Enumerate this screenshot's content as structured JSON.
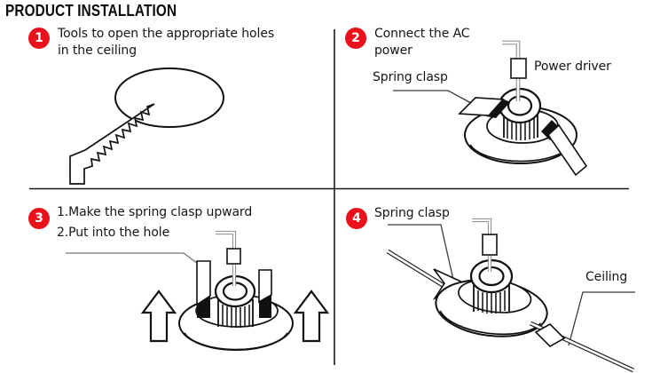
{
  "title": "PRODUCT INSTALLATION",
  "steps": [
    {
      "number": "1",
      "lines": [
        "Tools to open the appropriate holes",
        "in the ceiling"
      ]
    },
    {
      "number": "2",
      "lines": [
        "Connect the AC",
        "power"
      ],
      "labels": {
        "spring_clasp": "Spring clasp",
        "power_driver": "Power driver"
      }
    },
    {
      "number": "3",
      "lines": [
        "1.Make the spring clasp upward",
        "2.Put into the hole"
      ]
    },
    {
      "number": "4",
      "lines": [
        "Spring clasp"
      ],
      "labels": {
        "ceiling": "Ceiling"
      }
    }
  ],
  "figures": {
    "step1": "saw-cutting-hole-in-ceiling",
    "step2": "recessed-downlight-with-power-driver-wire",
    "step3": "downlight-spring-clasps-up-with-insert-arrows",
    "step4": "downlight-clamped-into-ceiling-panel"
  },
  "colors": {
    "badge_red": "#e8111c",
    "line_black": "#1a1a1a",
    "wire_gray": "#8a8a8a",
    "background": "#ffffff"
  }
}
